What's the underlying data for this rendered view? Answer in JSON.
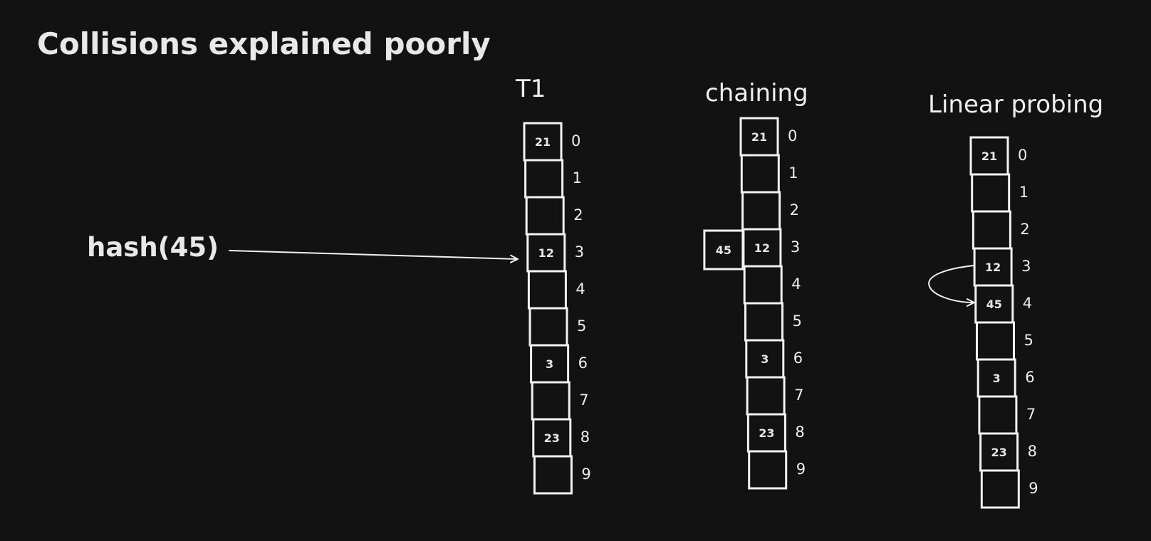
{
  "title": "Collisions explained poorly",
  "hash_label": "hash(45)",
  "colors": {
    "background": "#121212",
    "stroke": "#f2f2f2",
    "text": "#e8e8e8"
  },
  "tables": [
    {
      "name": "T1",
      "slots": [
        "21",
        "",
        "",
        "12",
        "",
        "",
        "3",
        "",
        "23",
        ""
      ],
      "indices": [
        "0",
        "1",
        "2",
        "3",
        "4",
        "5",
        "6",
        "7",
        "8",
        "9"
      ]
    },
    {
      "name": "chaining",
      "slots": [
        "21",
        "",
        "",
        "12",
        "",
        "",
        "3",
        "",
        "23",
        ""
      ],
      "indices": [
        "0",
        "1",
        "2",
        "3",
        "4",
        "5",
        "6",
        "7",
        "8",
        "9"
      ],
      "chain": {
        "slot": 3,
        "value": "45"
      }
    },
    {
      "name": "Linear probing",
      "slots": [
        "21",
        "",
        "",
        "12",
        "45",
        "",
        "3",
        "",
        "23",
        ""
      ],
      "indices": [
        "0",
        "1",
        "2",
        "3",
        "4",
        "5",
        "6",
        "7",
        "8",
        "9"
      ],
      "probe": {
        "from": 3,
        "to": 4
      }
    }
  ]
}
